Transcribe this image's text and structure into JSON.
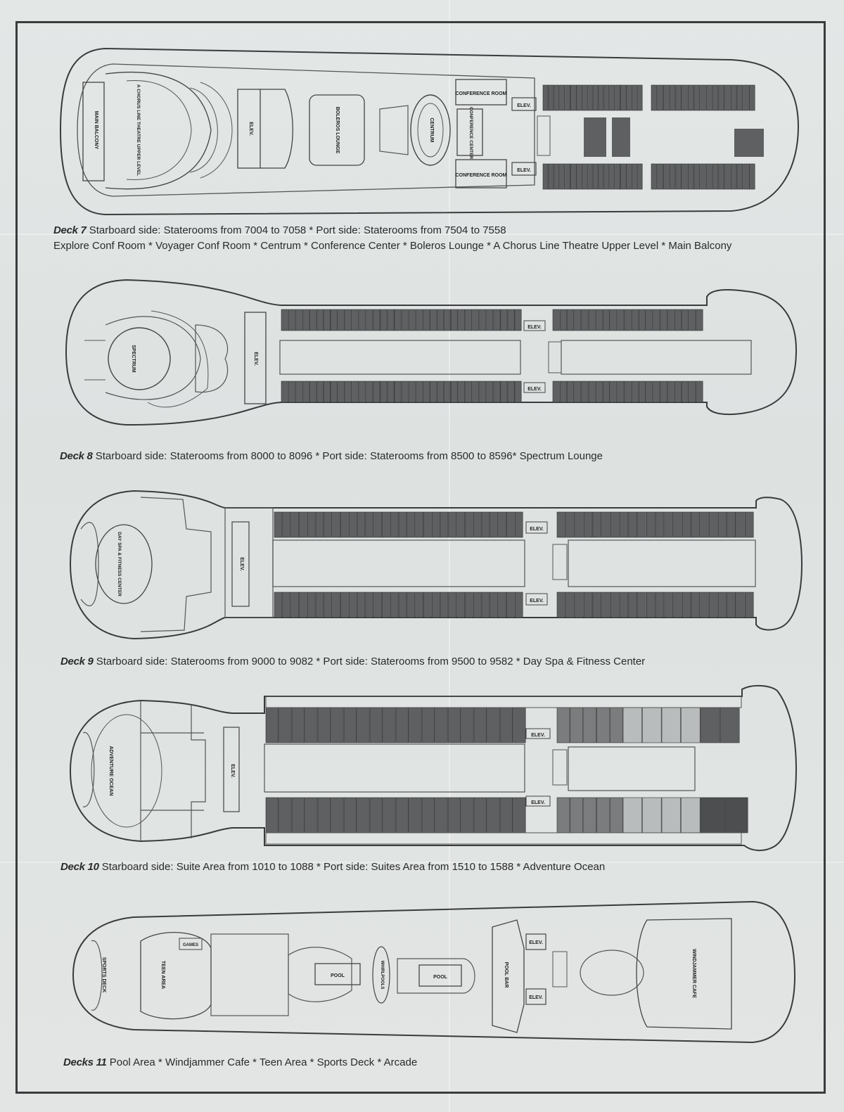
{
  "decks": [
    {
      "id": "deck7",
      "caption_title": "Deck 7",
      "caption_lines": [
        "Starboard side: Staterooms from 7004 to 7058 * Port side: Staterooms from 7504 to 7558",
        "Explore Conf Room *  Voyager Conf Room * Centrum * Conference Center * Boleros Lounge * A Chorus Line Theatre Upper Level * Main Balcony"
      ],
      "labels": {
        "main_balcony": "MAIN BALCONY",
        "theatre": "A CHORUS LINE THEATRE UPPER LEVEL",
        "elev_a": "ELEV.",
        "boleros": "BOLEROS LOUNGE",
        "centrum": "CENTRUM",
        "conference_top": "CONFERENCE ROOM",
        "conference_center": "CONFERENCE CENTER",
        "conference_bottom": "CONFERENCE ROOM",
        "elev_b": "ELEV.",
        "elev_c": "ELEV."
      }
    },
    {
      "id": "deck8",
      "caption_title": "Deck 8",
      "caption_lines": [
        "Starboard side: Staterooms from 8000 to 8096 *  Port side: Staterooms from 8500 to 8596* Spectrum Lounge"
      ],
      "labels": {
        "spectrum": "SPECTRUM",
        "elev_a": "ELEV.",
        "elev_b": "ELEV.",
        "elev_c": "ELEV."
      }
    },
    {
      "id": "deck9",
      "caption_title": "Deck 9",
      "caption_lines": [
        "Starboard side: Staterooms from 9000 to 9082  * Port side: Staterooms from 9500 to 9582 * Day Spa & Fitness Center"
      ],
      "labels": {
        "spa": "DAY SPA & FITNESS CENTER",
        "elev_a": "ELEV.",
        "elev_b": "ELEV.",
        "elev_c": "ELEV."
      }
    },
    {
      "id": "deck10",
      "caption_title": "Deck 10",
      "caption_lines": [
        "Starboard side: Suite Area from 1010 to 1088  * Port side: Suites Area from 1510 to 1588 * Adventure Ocean"
      ],
      "labels": {
        "adventure": "ADVENTURE OCEAN",
        "elev_a": "ELEV.",
        "elev_b": "ELEV.",
        "elev_c": "ELEV."
      }
    },
    {
      "id": "deck11",
      "caption_title": "Decks 11",
      "caption_lines": [
        "Pool Area *  Windjammer Cafe * Teen Area * Sports Deck * Arcade"
      ],
      "labels": {
        "sports": "SPORTS DECK",
        "teen": "TEEN AREA",
        "games": "GAMES",
        "pool_a": "POOL",
        "pool_b": "POOL",
        "whirlpools": "WHIRLPOOLS",
        "pool_bar": "POOL BAR",
        "elev_a": "ELEV.",
        "elev_b": "ELEV.",
        "windjammer": "WINDJAMMER CAFE"
      }
    }
  ],
  "colors": {
    "paper": "#dfe3e1",
    "ink": "#2a2b2c",
    "cabin_dark": "#5e6062",
    "cabin_mid": "#8d8f90",
    "cabin_light": "#b9bcbc"
  }
}
